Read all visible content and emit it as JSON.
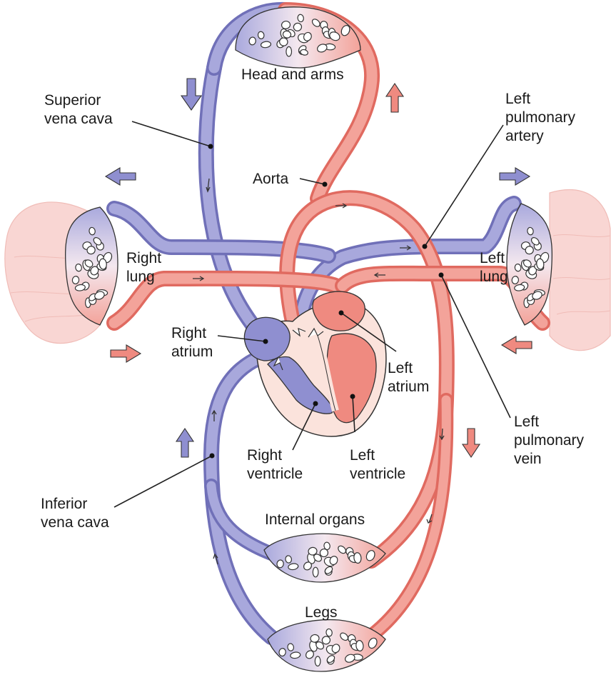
{
  "labels": {
    "head_and_arms": "Head and arms",
    "superior_vena_cava": [
      "Superior",
      "vena cava"
    ],
    "left_pulmonary_artery": [
      "Left",
      "pulmonary",
      "artery"
    ],
    "aorta": "Aorta",
    "right_lung": [
      "Right",
      "lung"
    ],
    "left_lung": [
      "Left",
      "lung"
    ],
    "right_atrium": [
      "Right",
      "atrium"
    ],
    "left_atrium": [
      "Left",
      "atrium"
    ],
    "left_pulmonary_vein": [
      "Left",
      "pulmonary",
      "vein"
    ],
    "right_ventricle": [
      "Right",
      "ventricle"
    ],
    "left_ventricle": [
      "Left",
      "ventricle"
    ],
    "inferior_vena_cava": [
      "Inferior",
      "vena cava"
    ],
    "internal_organs": "Internal organs",
    "legs": "Legs"
  },
  "colors": {
    "deoxygenated_blood": "#8f8fd0",
    "oxygenated_blood": "#ef8a80",
    "lung_tissue": "#f9d6d3",
    "heart_wall": "#fbe3dc"
  }
}
